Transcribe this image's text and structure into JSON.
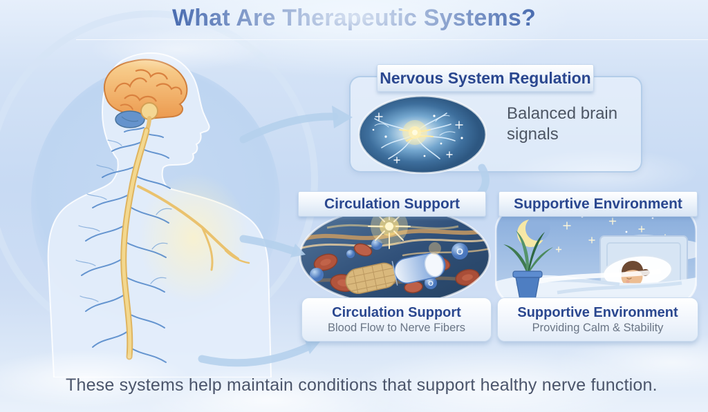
{
  "title": "What Are Therapeutic Systems?",
  "panels": {
    "nervous": {
      "header": "Nervous System Regulation",
      "note": "Balanced brain signals"
    },
    "circulation": {
      "header": "Circulation Support",
      "caption_title": "Circulation Support",
      "caption_subtitle": "Blood Flow to Nerve Fibers"
    },
    "environment": {
      "header": "Supportive Environment",
      "caption_title": "Supportive Environment",
      "caption_subtitle": "Providing Calm & Stability"
    }
  },
  "footer": "These systems help maintain conditions that support healthy nerve function.",
  "illustration": {
    "oxygen_label": "O"
  },
  "colors": {
    "background_top": "#e6effb",
    "background_mid": "#c7daf3",
    "title_text": "#2e55a3",
    "header_text": "#2a478f",
    "note_text": "#4d5664",
    "subtitle_text": "#6a7585",
    "footer_text": "#4b556b",
    "arrow": "#b5d0ec",
    "brain_orange": "#f0a35e",
    "spine_yellow": "#ecc979",
    "nerve_blue": "#4f85c8"
  }
}
